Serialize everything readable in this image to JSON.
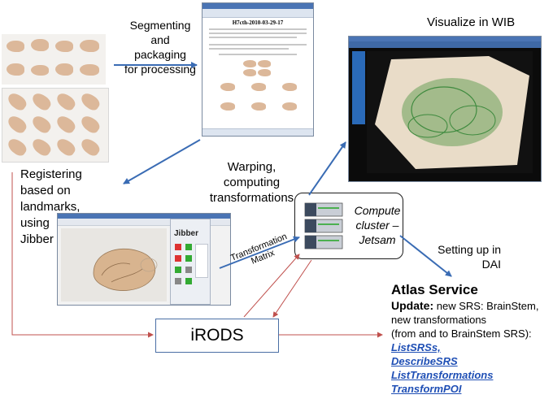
{
  "steps": {
    "segmenting": [
      "Segmenting and",
      "packaging",
      "for processing"
    ],
    "visualize": "Visualize in WIB",
    "registering": [
      "Registering",
      "based on",
      "landmarks,",
      "using",
      "Jibber"
    ],
    "warping": [
      "Warping,",
      "computing",
      "transformations"
    ],
    "compute": [
      "Compute",
      "cluster –",
      "Jetsam"
    ],
    "setting_up": [
      "Setting up in",
      "DAI"
    ],
    "matrix": [
      "Transformation",
      "Matrix"
    ]
  },
  "irods": "iRODS",
  "atlas": {
    "title": "Atlas Service",
    "update_label": "Update:",
    "update_lines": [
      "new SRS: BrainStem,",
      "new transformations",
      "(from and to BrainStem SRS):"
    ],
    "links": [
      "ListSRSs,",
      "DescribeSRS",
      "ListTransformations",
      "TransformPOI"
    ]
  },
  "webpage": {
    "heading": "H7cth-2010-03-29-17"
  },
  "jibber": {
    "app_name": "Jibber"
  },
  "colors": {
    "arrow_blue": "#3a6cb4",
    "arrow_red": "#c0504d",
    "slice": "#dcb89a",
    "link": "#1f4fb5"
  },
  "icons": [
    "server-icon"
  ]
}
